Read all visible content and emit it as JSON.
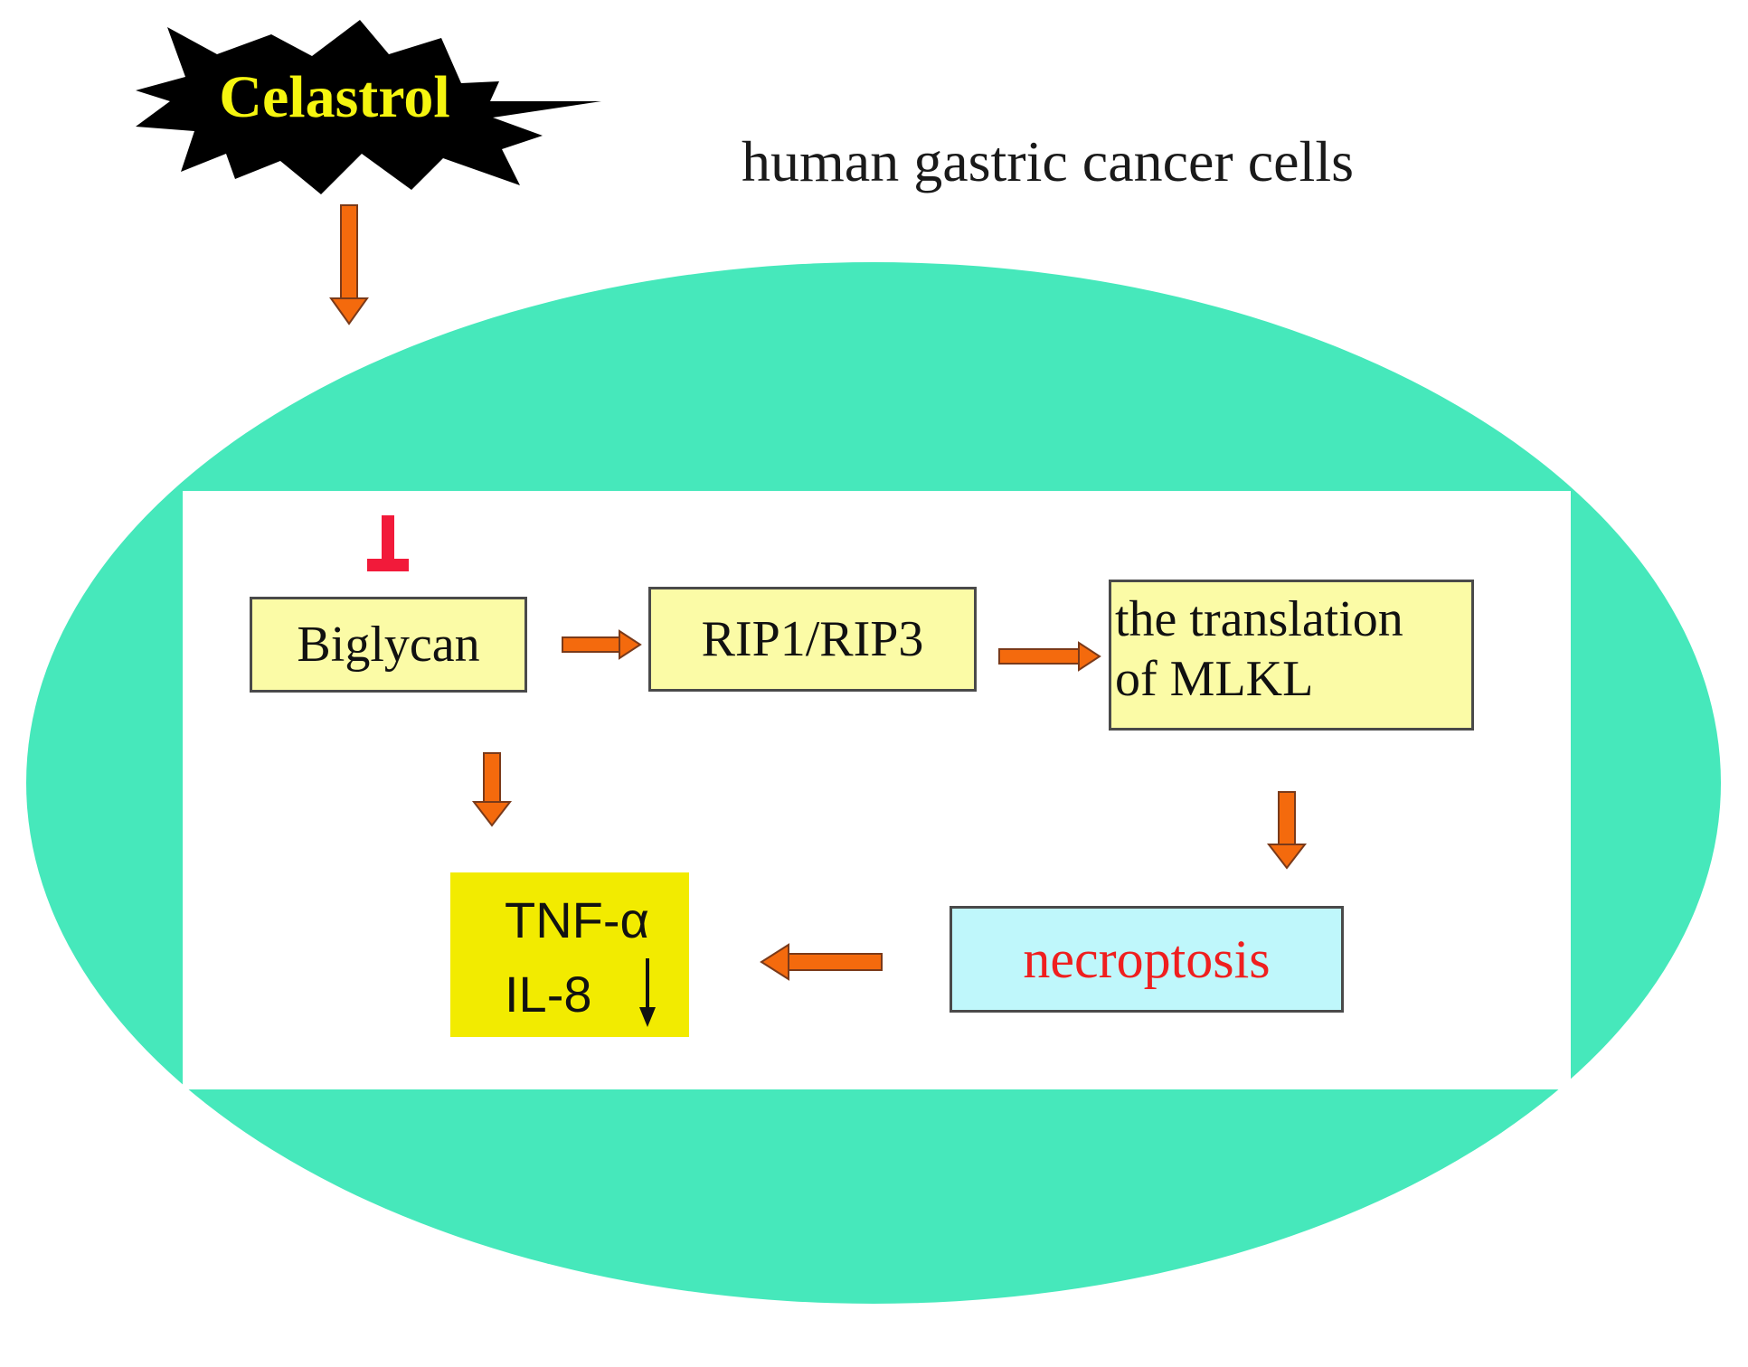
{
  "drug": {
    "label": "Celastrol"
  },
  "cell_label": "human gastric cancer cells",
  "nodes": {
    "biglycan": "Biglycan",
    "rip": "RIP1/RIP3",
    "mlkl_line1": "the translation",
    "mlkl_line2": "of MLKL",
    "necroptosis": "necroptosis",
    "tnf": "TNF-α",
    "il8": "IL-8"
  },
  "colors": {
    "cell": "#46e8bb",
    "arrow": "#f46a0d",
    "inhibit": "#f21a3a",
    "node_fill": "#fbfba6",
    "necroptosis_fill": "#bff7fb",
    "necroptosis_text": "#ef1f1f",
    "cytokine_fill": "#f2eb00",
    "drug_burst": "#000000",
    "drug_text": "#f5f50f"
  }
}
